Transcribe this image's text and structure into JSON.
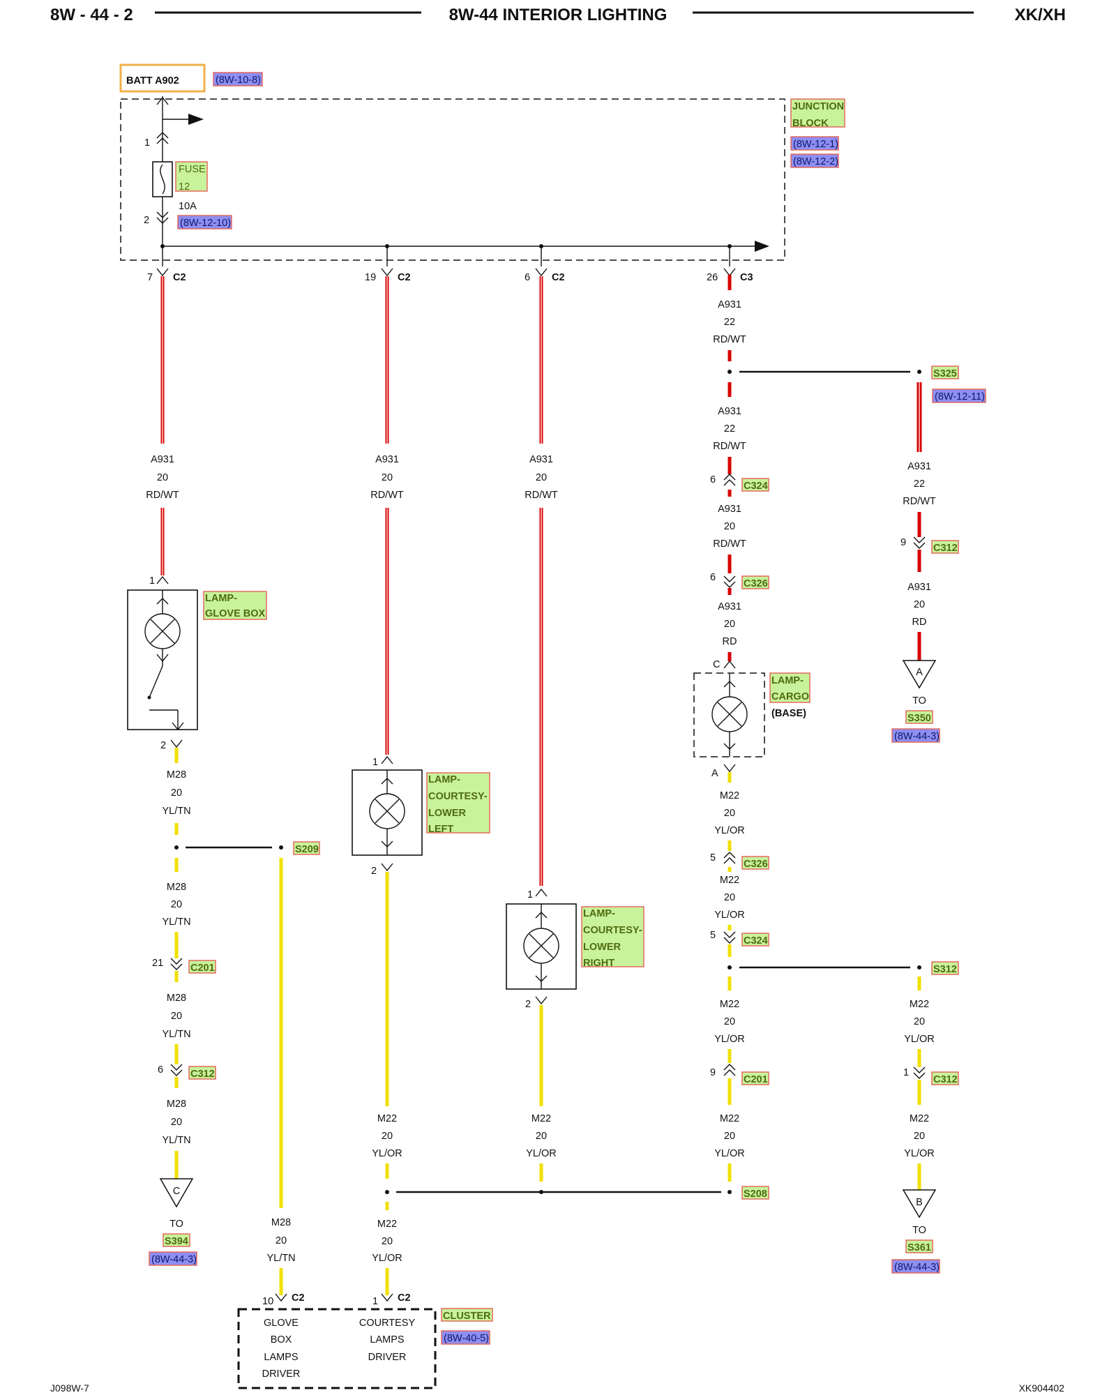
{
  "header": {
    "left": "8W - 44 - 2",
    "center": "8W-44 INTERIOR LIGHTING",
    "right": "XK/XH"
  },
  "footer": {
    "left": "J098W-7",
    "right": "XK904402"
  },
  "source": {
    "label": "BATT A902",
    "ref": "(8W-10-8)"
  },
  "junction_block": {
    "label1": "JUNCTION",
    "label2": "BLOCK",
    "ref1": "(8W-12-1)",
    "ref2": "(8W-12-2)"
  },
  "fuse": {
    "label1": "FUSE",
    "label2": "12",
    "rating": "10A",
    "ref": "(8W-12-10)",
    "pin_in": "1",
    "pin_out": "2"
  },
  "jb_outputs": [
    {
      "pin": "7",
      "conn": "C2"
    },
    {
      "pin": "19",
      "conn": "C2"
    },
    {
      "pin": "6",
      "conn": "C2"
    },
    {
      "pin": "26",
      "conn": "C3"
    }
  ],
  "wires": {
    "a931_20": {
      "code": "A931",
      "gauge": "20",
      "color": "RD/WT"
    },
    "a931_22": {
      "code": "A931",
      "gauge": "22",
      "color": "RD/WT"
    },
    "a931_20_rd": {
      "code": "A931",
      "gauge": "20",
      "color": "RD"
    },
    "m28": {
      "code": "M28",
      "gauge": "20",
      "color": "YL/TN"
    },
    "m22": {
      "code": "M22",
      "gauge": "20",
      "color": "YL/OR"
    }
  },
  "components": {
    "glove": {
      "l1": "LAMP-",
      "l2": "GLOVE BOX",
      "pin_in": "1",
      "pin_out": "2"
    },
    "left": {
      "l1": "LAMP-",
      "l2": "COURTESY-",
      "l3": "LOWER",
      "l4": "LEFT",
      "pin_in": "1",
      "pin_out": "2"
    },
    "right": {
      "l1": "LAMP-",
      "l2": "COURTESY-",
      "l3": "LOWER",
      "l4": "RIGHT",
      "pin_in": "1",
      "pin_out": "2"
    },
    "cargo": {
      "l1": "LAMP-",
      "l2": "CARGO",
      "base": "(BASE)",
      "pin_in": "C",
      "pin_out": "A"
    }
  },
  "splices": {
    "s325": "S325",
    "s325_ref": "(8W-12-11)",
    "s209": "S209",
    "s312": "S312",
    "s208": "S208"
  },
  "connectors": {
    "c324": "C324",
    "c326": "C326",
    "c312": "C312",
    "c201": "C201",
    "c2": "C2"
  },
  "pins": {
    "p6": "6",
    "p5": "5",
    "p9": "9",
    "p1": "1",
    "p21": "21",
    "p10": "10"
  },
  "refs": {
    "a": {
      "letter": "A",
      "to": "TO",
      "splice": "S350",
      "ref": "(8W-44-3)"
    },
    "b": {
      "letter": "B",
      "to": "TO",
      "splice": "S361",
      "ref": "(8W-44-3)"
    },
    "c": {
      "letter": "C",
      "to": "TO",
      "splice": "S394",
      "ref": "(8W-44-3)"
    }
  },
  "cluster": {
    "label": "CLUSTER",
    "ref": "(8W-40-5)",
    "glove_l1": "GLOVE",
    "glove_l2": "BOX",
    "glove_l3": "LAMPS",
    "glove_l4": "DRIVER",
    "court_l1": "COURTESY",
    "court_l2": "LAMPS",
    "court_l3": "DRIVER"
  },
  "colors": {
    "wire_red": "#d80000",
    "wire_yellow": "#f0e000",
    "label_green": "#c8f29c",
    "label_blue": "#8f8ef2"
  }
}
